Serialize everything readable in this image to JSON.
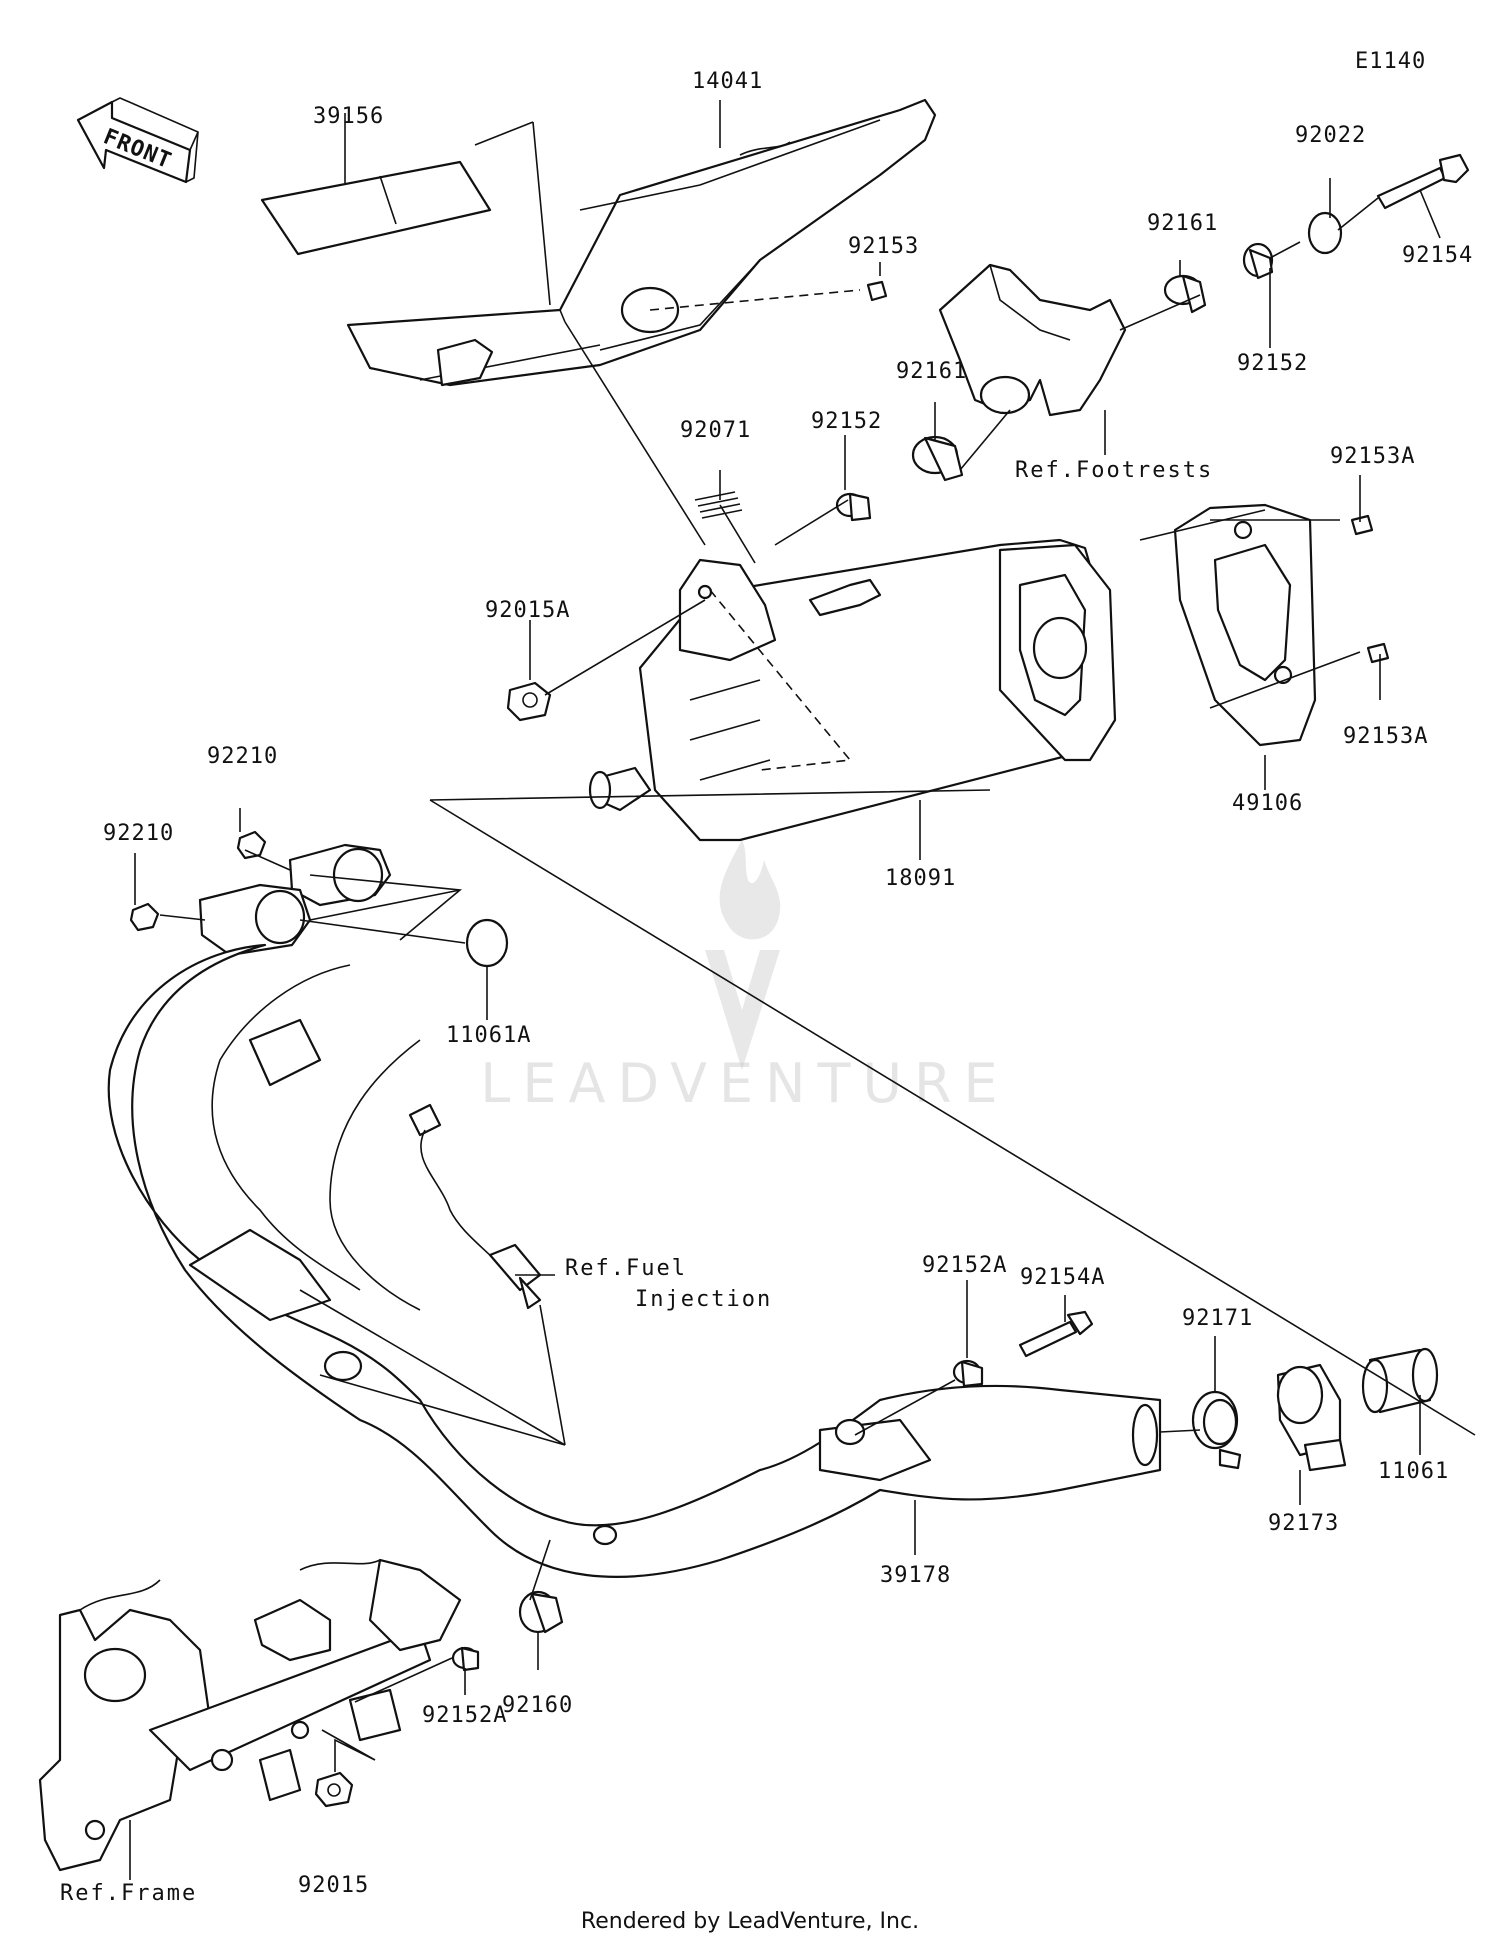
{
  "diagram_code": "E1140",
  "front_label": "FRONT",
  "footer": "Rendered by LeadVenture, Inc.",
  "watermark": "LEADVENTURE",
  "parts": {
    "p14041": "14041",
    "p39156": "39156",
    "p92153": "92153",
    "p92022": "92022",
    "p92161a": "92161",
    "p92154": "92154",
    "p92152a": "92152",
    "p92161b": "92161",
    "p92071": "92071",
    "p92152b": "92152",
    "p92153A1": "92153A",
    "p92015A": "92015A",
    "p92153A2": "92153A",
    "p49106": "49106",
    "p18091": "18091",
    "p92210a": "92210",
    "p92210b": "92210",
    "p11061A": "11061A",
    "p92154A": "92154A",
    "p92152A1": "92152A",
    "p92171": "92171",
    "p11061": "11061",
    "p92173": "92173",
    "p39178": "39178",
    "p92160": "92160",
    "p92152A2": "92152A",
    "p92015": "92015"
  },
  "refs": {
    "footrests": "Ref.Footrests",
    "fuel_line1": "Ref.Fuel",
    "fuel_line2": "Injection",
    "frame": "Ref.Frame"
  }
}
